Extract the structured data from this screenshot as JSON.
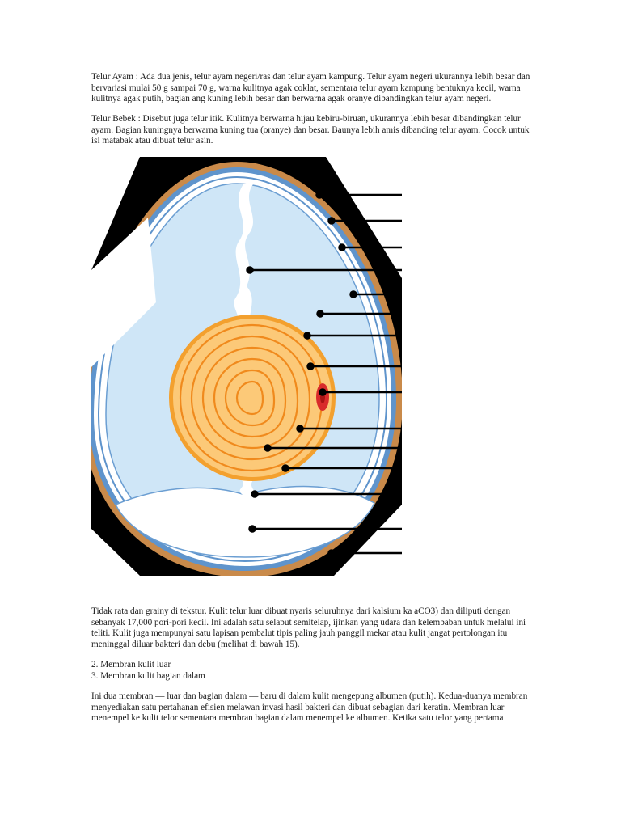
{
  "paragraphs": {
    "ayam": "Telur Ayam : Ada dua jenis, telur ayam negeri/ras dan telur ayam kampung. Telur ayam negeri ukurannya lebih besar dan bervariasi mulai 50 g sampai 70 g, warna kulitnya agak coklat, sementara telur ayam kampung bentuknya kecil, warna kulitnya agak putih, bagian ang kuning lebih besar dan berwarna agak oranye dibandingkan telur ayam negeri.",
    "bebek": "Telur Bebek : Disebut juga telur itik. Kulitnya berwarna hijau kebiru-biruan, ukurannya lebih besar dibandingkan telur ayam. Bagian kuningnya berwarna kuning tua (oranye) dan besar. Baunya lebih amis dibanding telur ayam. Cocok untuk isi matabak atau dibuat telur asin.",
    "tekstur": "Tidak rata dan grainy di tekstur. Kulit telur luar dibuat nyaris seluruhnya dari kalsium ka             aCO3) dan diliputi dengan sebanyak 17,000 pori-pori kecil. Ini adalah satu selaput semitelap, ijinkan yang udara dan kelembaban untuk melalui ini teliti. Kulit juga mempunyai satu lapisan pembalut tipis paling jauh panggil mekar atau kulit jangat pertolongan itu meninggal diluar bakteri dan debu (melihat di bawah 15).",
    "membran_luar": "2. Membran kulit luar",
    "membran_dalam": "3. Membran kulit bagian dalam",
    "penutup": "Ini dua membran — luar dan bagian dalam — baru di dalam kulit mengepung albumen (putih). Kedua-duanya membran menyediakan satu pertahanan efisien melawan invasi hasil bakteri dan dibuat sebagian dari keratin. Membran luar menempel ke kulit telor sementara membran bagian dalam menempel ke albumen. Ketika satu telor yang pertama"
  },
  "figure": {
    "colors": {
      "shell": "#c98a4a",
      "albumen": "#cfe6f7",
      "membrane": "#5f94cc",
      "yolk_outer": "#f3a02e",
      "yolk_inner": "#fcc978",
      "germinal_disc": "#d92b2b",
      "background": "#000000"
    },
    "label_count": 15
  }
}
